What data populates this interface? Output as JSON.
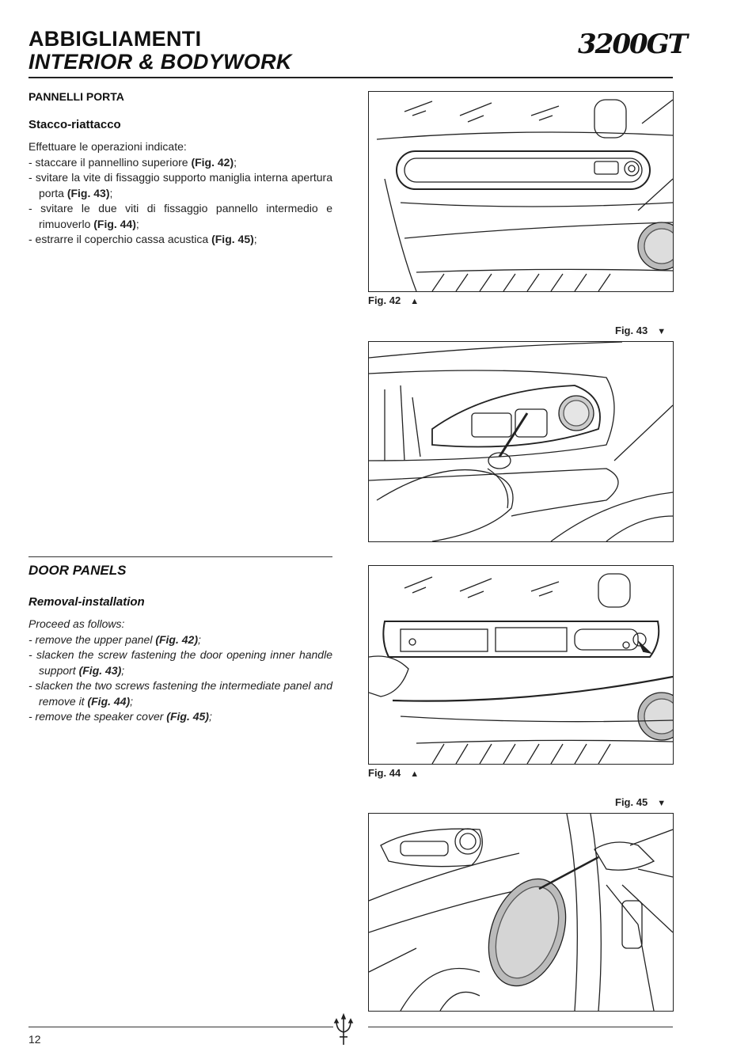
{
  "header": {
    "title_it": "ABBIGLIAMENTI",
    "title_en": "INTERIOR & BODYWORK",
    "brand": "3200GT"
  },
  "italian": {
    "section": "PANNELLI PORTA",
    "subsection": "Stacco-riattacco",
    "intro": "Effettuare le operazioni indicate:",
    "steps": [
      {
        "text": "- staccare il pannellino superiore ",
        "ref": "(Fig. 42)",
        "end": ";"
      },
      {
        "text": "- svitare la vite di fissaggio supporto maniglia interna apertura porta ",
        "ref": "(Fig. 43)",
        "end": ";"
      },
      {
        "text": "- svitare le due viti di fissaggio pannello intermedio e rimuoverlo ",
        "ref": "(Fig. 44)",
        "end": ";"
      },
      {
        "text": "- estrarre il coperchio cassa acustica ",
        "ref": "(Fig. 45)",
        "end": ";"
      }
    ]
  },
  "english": {
    "section": "DOOR PANELS",
    "subsection": "Removal-installation",
    "intro": "Proceed as follows:",
    "steps": [
      {
        "text": "- remove the upper panel ",
        "ref": "(Fig. 42)",
        "end": ";"
      },
      {
        "text": "- slacken the screw fastening the door opening inner handle support ",
        "ref": "(Fig. 43)",
        "end": ";"
      },
      {
        "text": "- slacken the two screws fastening the intermediate panel and remove it ",
        "ref": "(Fig. 44)",
        "end": ";"
      },
      {
        "text": "- remove the speaker cover ",
        "ref": "(Fig. 45)",
        "end": ";"
      }
    ]
  },
  "figures": {
    "fig42": {
      "label": "Fig. 42",
      "arrow": "▲"
    },
    "fig43": {
      "label": "Fig. 43",
      "arrow": "▼"
    },
    "fig44": {
      "label": "Fig. 44",
      "arrow": "▲"
    },
    "fig45": {
      "label": "Fig. 45",
      "arrow": "▼"
    }
  },
  "footer": {
    "page_number": "12",
    "logo_icon": "trident-icon"
  }
}
